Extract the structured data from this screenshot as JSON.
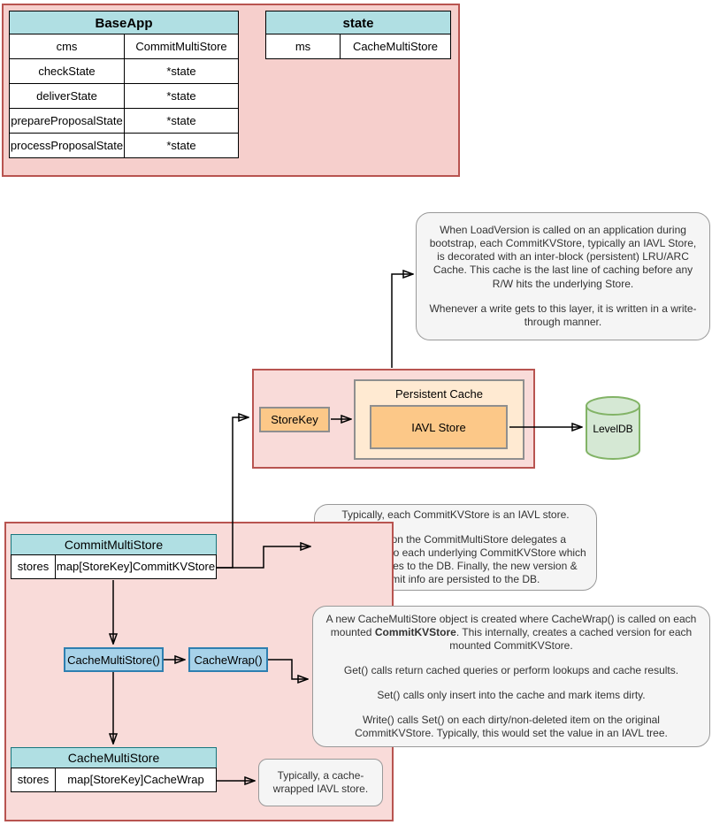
{
  "baseapp_table": {
    "title": "BaseApp",
    "rows": [
      [
        "cms",
        "CommitMultiStore"
      ],
      [
        "checkState",
        "*state"
      ],
      [
        "deliverState",
        "*state"
      ],
      [
        "prepareProposalState",
        "*state"
      ],
      [
        "processProposalState",
        "*state"
      ]
    ]
  },
  "state_table": {
    "title": "state",
    "rows": [
      [
        "ms",
        "CacheMultiStore"
      ]
    ]
  },
  "commit_table": {
    "title": "CommitMultiStore",
    "rows": [
      [
        "stores",
        "map[StoreKey]CommitKVStore"
      ]
    ]
  },
  "cache_table": {
    "title": "CacheMultiStore",
    "rows": [
      [
        "stores",
        "map[StoreKey]CacheWrap"
      ]
    ]
  },
  "boxes": {
    "store_key": "StoreKey",
    "persistent_cache": "Persistent Cache",
    "iavl_store": "IAVL Store",
    "leveldb": "LevelDB",
    "cache_multi_store_fn": "CacheMultiStore()",
    "cache_wrap_fn": "CacheWrap()"
  },
  "notes": {
    "load_version": {
      "paragraphs": [
        "When LoadVersion is called on an application during bootstrap, each CommitKVStore, typically an IAVL Store, is decorated with an inter-block (persistent) LRU/ARC Cache. This cache is the last line of caching before any R/W hits the underlying Store.",
        "Whenever a write gets to this layer, it is written in a write-through manner."
      ]
    },
    "commit_delegation": {
      "paragraphs": [
        "Typically, each CommitKVStore is an IAVL store.",
        "Commit() on the CommitMultiStore delegates a Commit() call to each underlying CommitKVStore which persists values to the DB. Finally, the new version & commit info are persisted to the DB."
      ]
    },
    "cache_wrap_behavior": {
      "paragraphs": [
        "A new CacheMultiStore object is created where CacheWrap() is called on each mounted **CommitKVStore**. This internally, creates a cached version for each mounted CommitKVStore.",
        "Get() calls return cached queries or perform lookups and cache results.",
        "Set() calls only insert into the cache and mark items dirty.",
        "Write() calls Set() on each dirty/non-deleted item on the original CommitKVStore. Typically, this would set the value in an IAVL tree."
      ]
    },
    "cache_wrapped_iavl": {
      "paragraphs": [
        "Typically, a cache-wrapped IAVL store."
      ]
    }
  },
  "colors": {
    "container_fill_top": "#f6cfcc",
    "container_fill": "#f9dbd9",
    "container_border": "#b85450",
    "teal_fill": "#b0dfe3",
    "teal_border": "#17767d",
    "orange_fill": "#fcc888",
    "gray_border": "#8f8f8f",
    "cream_fill": "#ffead2",
    "blue_fill": "#a7d2e9",
    "blue_border": "#2e7fb0",
    "green_fill": "#d5e8d4",
    "green_border": "#82b366",
    "note_fill": "#f5f5f5",
    "note_border": "#999999",
    "note_text": "#333333"
  }
}
